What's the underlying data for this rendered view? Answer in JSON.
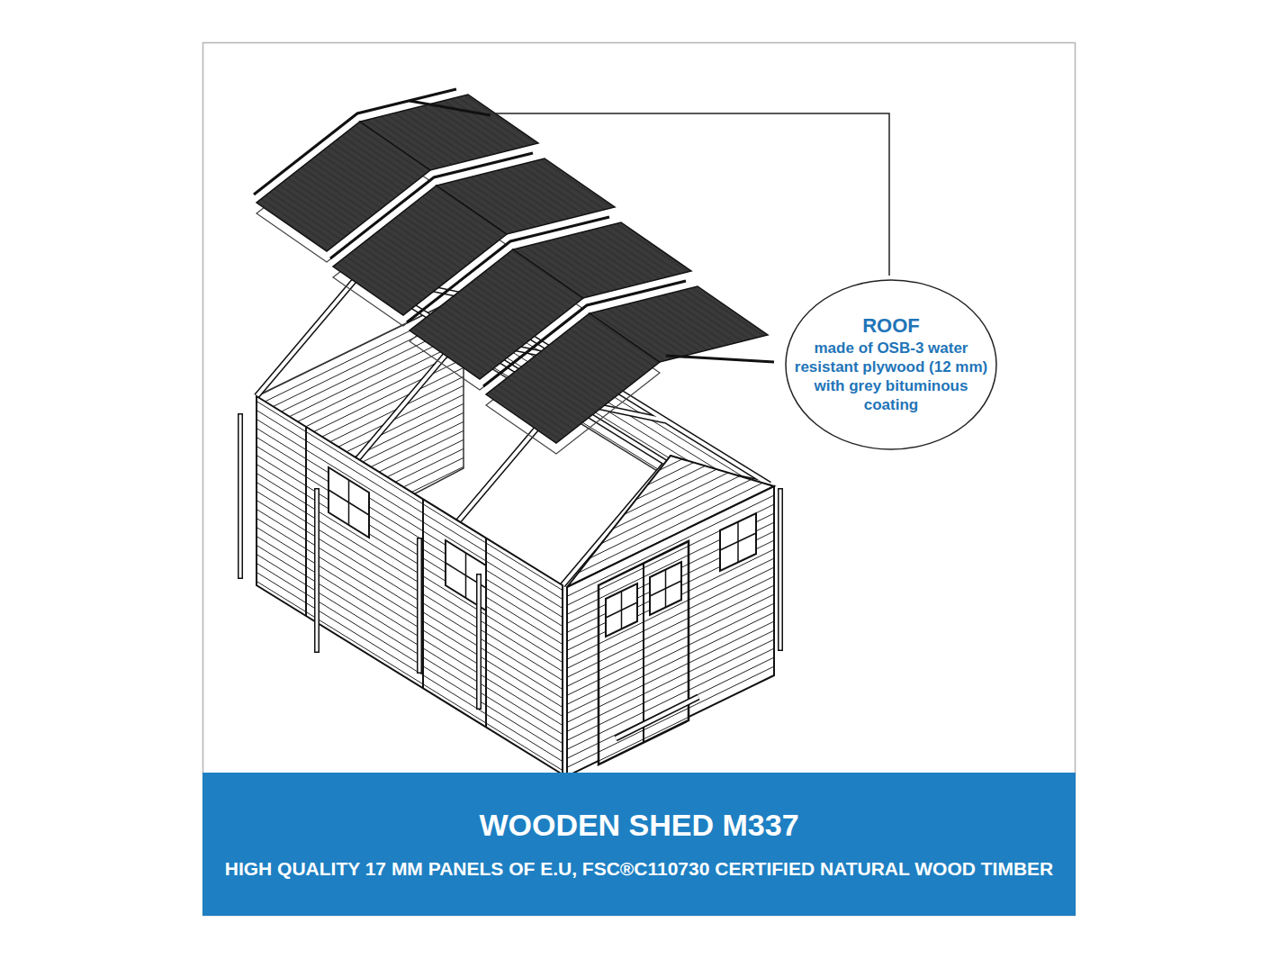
{
  "diagram": {
    "nodes": [
      {
        "text": [
          "ROOF",
          "made of OSB-3 water resistant plywood (12 mm) with grey bituminous coating"
        ]
      },
      {
        "text": [
          "WOODEN SHED M337",
          "HIGH QUALITY 17 MM PANELS OF E.U, FSC®C110730 CERTIFIED NATURAL WOOD TIMBER"
        ]
      }
    ]
  }
}
